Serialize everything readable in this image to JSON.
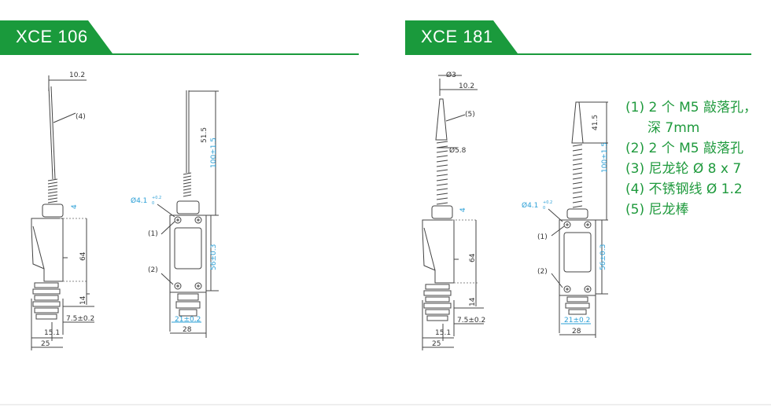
{
  "header_left": {
    "title": "XCE 106"
  },
  "header_right": {
    "title": "XCE 181"
  },
  "colors": {
    "brand_green": "#1a9a3c",
    "dim_blue": "#2a9fd6",
    "legend_green": "#1f9a3d"
  },
  "fig_left": {
    "side": {
      "tip": "10.2",
      "callout": "(4)",
      "d4": "4",
      "d64": "64",
      "d14": "14",
      "d75": "7.5±0.2",
      "d151": "15.1",
      "d25": "25"
    },
    "front": {
      "d515": "51.5",
      "d100": "100±1.5",
      "hole": "Ø4.1",
      "hole_sup": "+0.2",
      "hole_sub": "0",
      "c1": "(1)",
      "c2": "(2)",
      "d56": "56±0.3",
      "d21": "21±0.2",
      "d28": "28"
    }
  },
  "fig_right": {
    "side": {
      "dia3": "Ø3",
      "tip": "10.2",
      "callout": "(5)",
      "dia58": "Ø5.8",
      "d4": "4",
      "d64": "64",
      "d14": "14",
      "d75": "7.5±0.2",
      "d151": "15.1",
      "d25": "25"
    },
    "front": {
      "d415": "41.5",
      "d100": "100±1.5",
      "hole": "Ø4.1",
      "hole_sup": "+0.2",
      "hole_sub": "0",
      "c1": "(1)",
      "c2": "(2)",
      "d56": "56±0.3",
      "d21": "21±0.2",
      "d28": "28"
    }
  },
  "legend": {
    "l1a": "(1)  2 个 M5 敲落孔，",
    "l1b": "深 7mm",
    "l2": "(2) 2 个 M5 敲落孔",
    "l3": "(3) 尼龙轮 Ø 8 x 7",
    "l4": "(4) 不锈钢线 Ø 1.2",
    "l5": "(5) 尼龙棒"
  }
}
